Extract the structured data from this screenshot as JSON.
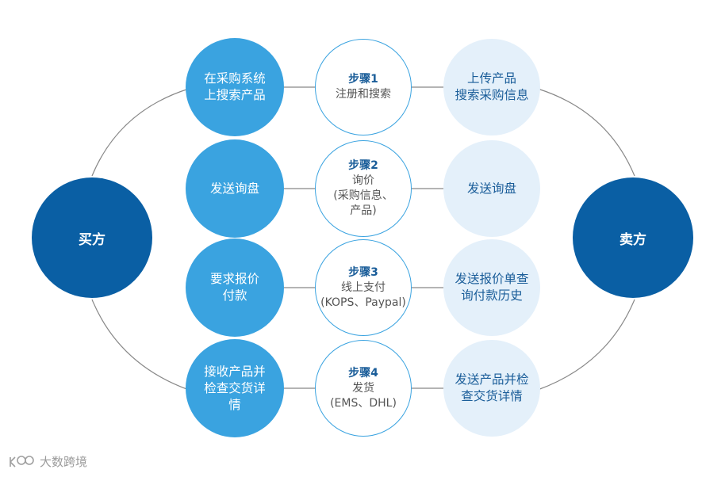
{
  "buyer": {
    "label": "买方"
  },
  "seller": {
    "label": "卖方"
  },
  "steps": [
    {
      "buyer_action": [
        "在采购系统",
        "上搜索产品"
      ],
      "title": "步骤1",
      "detail": [
        "注册和搜索"
      ],
      "seller_action": [
        "上传产品",
        "搜索采购信息"
      ]
    },
    {
      "buyer_action": [
        "发送询盘"
      ],
      "title": "步骤2",
      "detail": [
        "询价",
        "(采购信息、",
        "产品)"
      ],
      "seller_action": [
        "发送询盘"
      ]
    },
    {
      "buyer_action": [
        "要求报价",
        "付款"
      ],
      "title": "步骤3",
      "detail": [
        "线上支付",
        "(KOPS、Paypal)"
      ],
      "seller_action": [
        "发送报价单查",
        "询付款历史"
      ]
    },
    {
      "buyer_action": [
        "接收产品并",
        "检查交货详",
        "情"
      ],
      "title": "步骤4",
      "detail": [
        "发货",
        "(EMS、DHL)"
      ],
      "seller_action": [
        "发送产品并检",
        "查交货详情"
      ]
    }
  ],
  "watermark": {
    "text": "大数跨境"
  },
  "colors": {
    "party": "#0a5fa4",
    "buyer_action": "#3aa3e0",
    "step_border": "#3aa3e0",
    "seller_action": "#e4f0fa",
    "connector": "#888888"
  }
}
